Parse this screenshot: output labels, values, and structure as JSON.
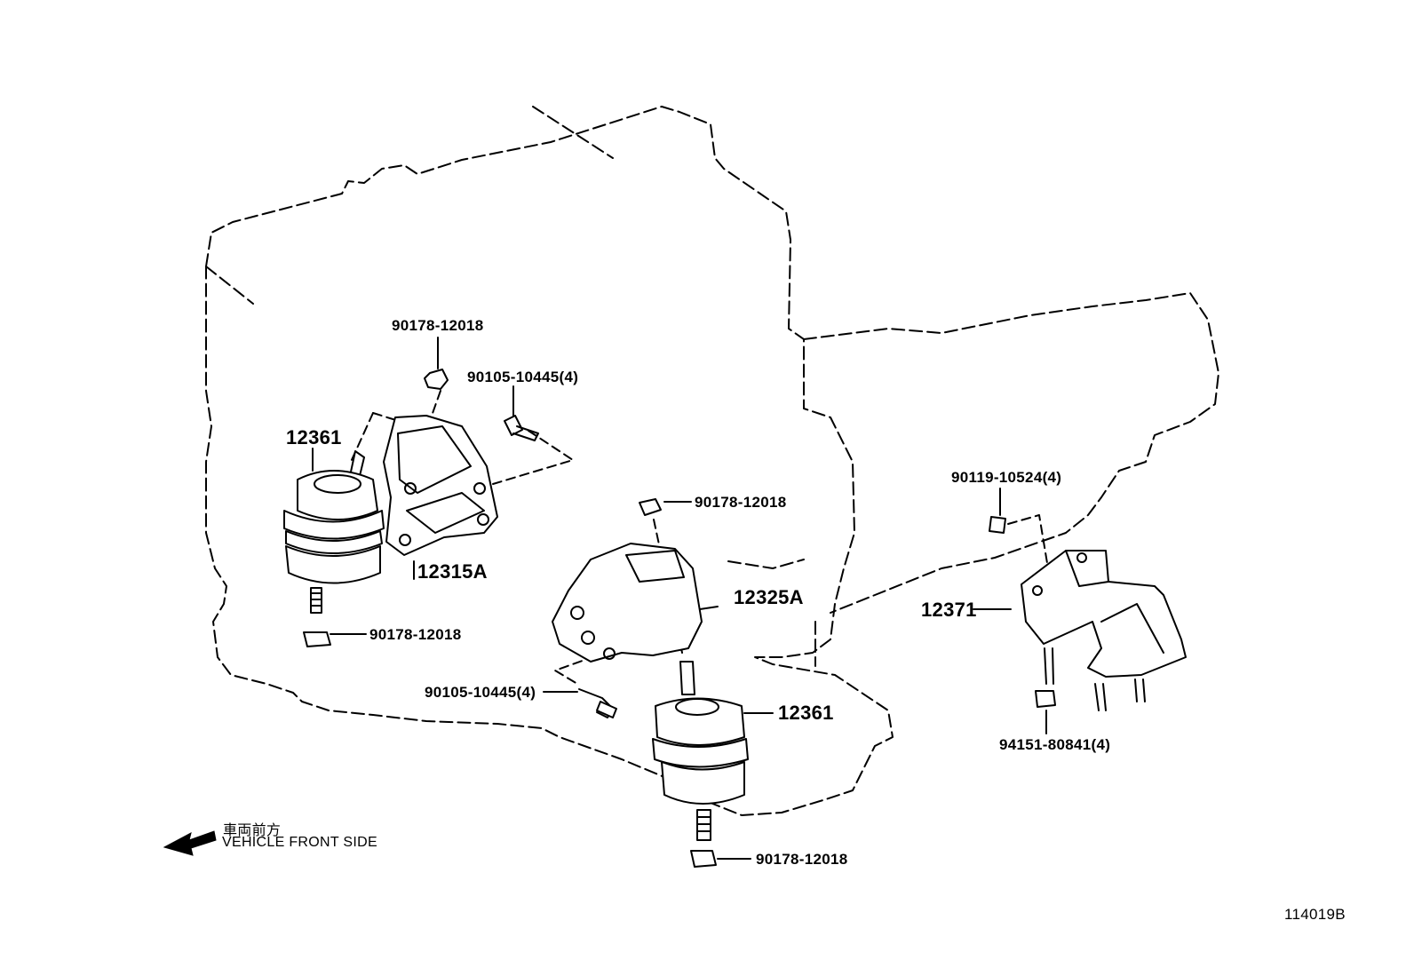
{
  "diagram_id": "114019B",
  "direction": {
    "japanese": "車両前方",
    "english": "VEHICLE FRONT SIDE"
  },
  "callouts": {
    "nut_top_left": "90178-12018",
    "bolt_top_left": "90105-10445(4)",
    "insulator_left": "12361",
    "bracket_left": "12315A",
    "nut_left_lower": "90178-12018",
    "nut_center_top": "90178-12018",
    "bracket_right": "12325A",
    "bolt_center": "90105-10445(4)",
    "insulator_center": "12361",
    "nut_center_bottom": "90178-12018",
    "bolt_rear": "90119-10524(4)",
    "mount_rear": "12371",
    "nut_rear": "94151-80841(4)"
  }
}
